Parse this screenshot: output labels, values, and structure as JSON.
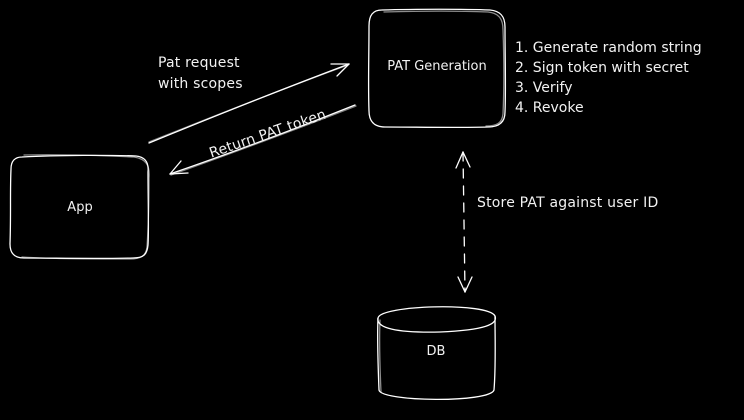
{
  "colors": {
    "background": "#000000",
    "stroke": "#ffffff",
    "text": "#f2f2f2"
  },
  "nodes": {
    "app": {
      "label": "App"
    },
    "pat_generation": {
      "label": "PAT Generation"
    },
    "db": {
      "label": "DB"
    }
  },
  "edges": {
    "pat_request": {
      "label_line1": "Pat request",
      "label_line2": "with scopes"
    },
    "return_token": {
      "label": "Return PAT token"
    },
    "store": {
      "label": "Store PAT against user ID"
    }
  },
  "steps": [
    "1. Generate random string",
    "2. Sign token with secret",
    "3. Verify",
    "4. Revoke"
  ]
}
